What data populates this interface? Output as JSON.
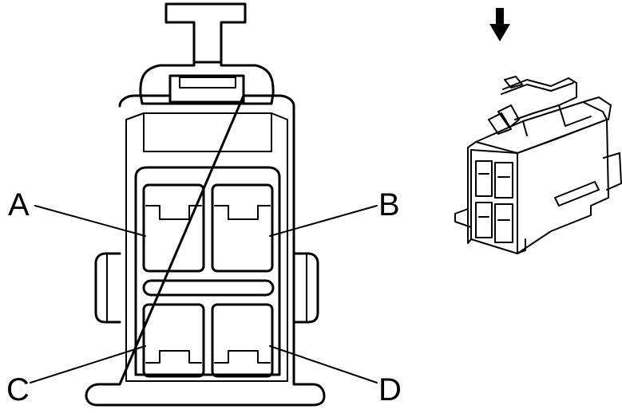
{
  "diagram": {
    "pins": [
      {
        "id": "A",
        "label": "A"
      },
      {
        "id": "B",
        "label": "B"
      },
      {
        "id": "C",
        "label": "C"
      },
      {
        "id": "D",
        "label": "D"
      }
    ],
    "icons": {
      "direction_arrow": "arrow-down-icon",
      "connector_3d": "connector-perspective-icon"
    }
  }
}
